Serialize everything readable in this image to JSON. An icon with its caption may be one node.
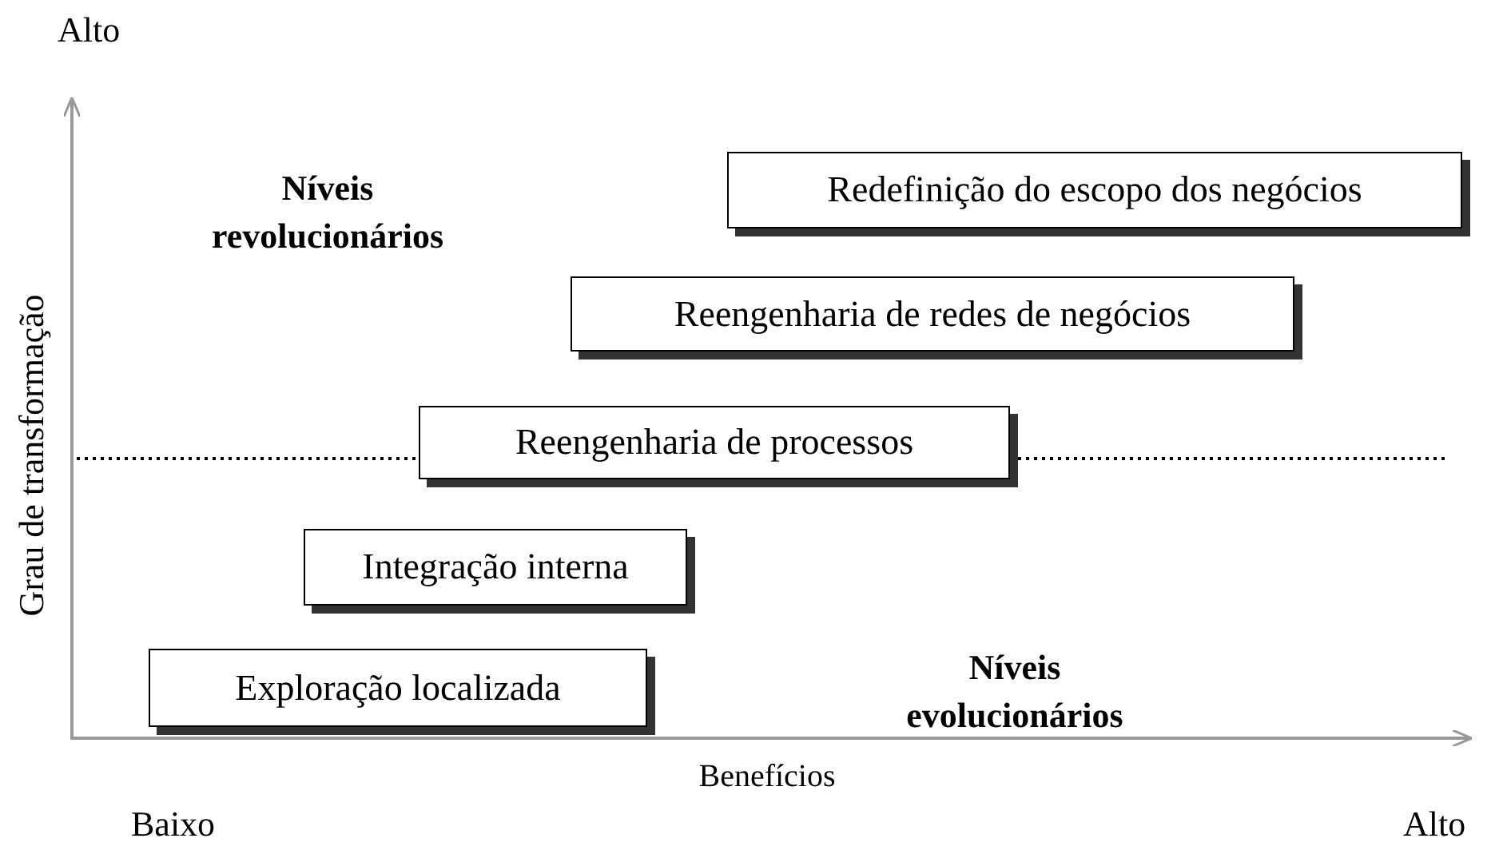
{
  "diagram": {
    "nodes": [
      {
        "text": [
          "Redefinição do escopo dos negócios"
        ]
      },
      {
        "text": [
          "Reengenharia de redes de negócios"
        ]
      },
      {
        "text": [
          "Reengenharia de processos"
        ]
      },
      {
        "text": [
          "Integração interna"
        ]
      },
      {
        "text": [
          "Exploração localizada"
        ]
      }
    ],
    "labels": [
      "Alto",
      "Níveis revolucionários",
      "Grau de transformação",
      "Níveis evolucionários",
      "Benefícios",
      "Baixo",
      "Alto"
    ]
  }
}
